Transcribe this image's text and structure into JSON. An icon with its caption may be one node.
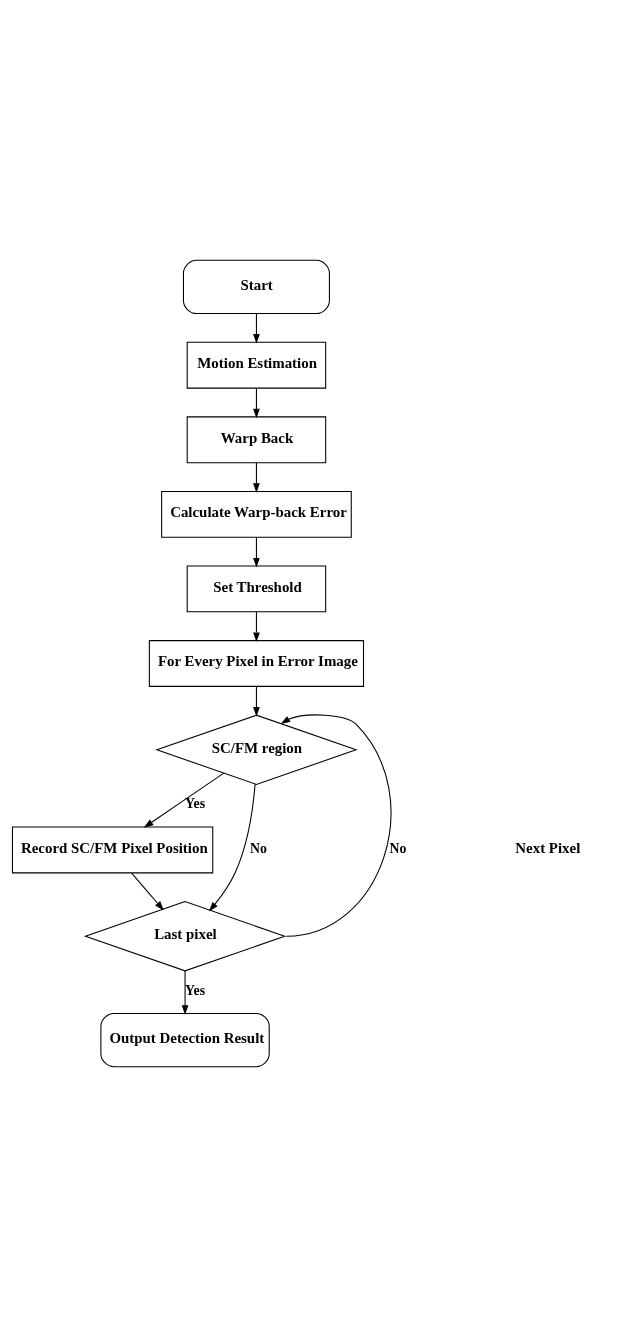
{
  "diagram": {
    "nodes": [
      {
        "text": [
          "Start"
        ]
      },
      {
        "text": [
          "Motion Estimation"
        ]
      },
      {
        "text": [
          "Warp Back"
        ]
      },
      {
        "text": [
          "Calculate Warp-back Error"
        ]
      },
      {
        "text": [
          "Set Threshold"
        ]
      },
      {
        "text": [
          "For Every Pixel in Error Image"
        ]
      },
      {
        "text": [
          "SC/FM region"
        ]
      },
      {
        "text": [
          "Record SC/FM Pixel Position"
        ]
      },
      {
        "text": [
          "Last pixel"
        ]
      },
      {
        "text": [
          "Output Detection Result"
        ]
      }
    ],
    "edges": [
      {
        "from": 0,
        "to": 1,
        "arrow": "to"
      },
      {
        "from": 1,
        "to": 2,
        "arrow": "to"
      },
      {
        "from": 2,
        "to": 3,
        "arrow": "to"
      },
      {
        "from": 3,
        "to": 4,
        "arrow": "to"
      },
      {
        "from": 4,
        "to": 5,
        "arrow": "to"
      },
      {
        "from": 5,
        "to": 6,
        "arrow": "to"
      },
      {
        "from": 6,
        "to": 7,
        "arrow": "to",
        "label": "Yes"
      },
      {
        "from": 7,
        "to": 8,
        "arrow": "to"
      },
      {
        "from": 6,
        "to": 8,
        "arrow": "to",
        "label": "No"
      },
      {
        "from": 8,
        "to": 6,
        "arrow": "to",
        "label": "No"
      },
      {
        "from": 8,
        "to": 9,
        "arrow": "to",
        "label": "Yes"
      }
    ],
    "labels": [
      "Next Pixel"
    ]
  }
}
